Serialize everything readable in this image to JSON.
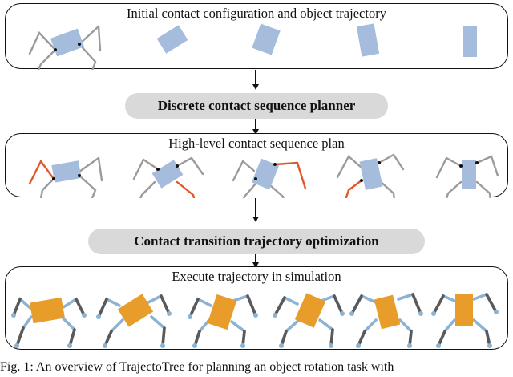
{
  "panels": {
    "initial_title": "Initial contact configuration and object trajectory",
    "plan_title": "High-level contact sequence plan",
    "execute_title": "Execute trajectory in simulation"
  },
  "steps": {
    "planner": "Discrete contact sequence planner",
    "optimization": "Contact transition trajectory optimization"
  },
  "caption": "Fig. 1: An overview of TrajectoTree for planning an object rotation task with",
  "colors": {
    "object_blue": "#a6bcdc",
    "object_orange": "#e89d2a",
    "leg_gray": "#9b9b9b",
    "leg_red": "#e0582a",
    "robot_light": "#8db3d3",
    "robot_dark": "#5a5a5a"
  }
}
